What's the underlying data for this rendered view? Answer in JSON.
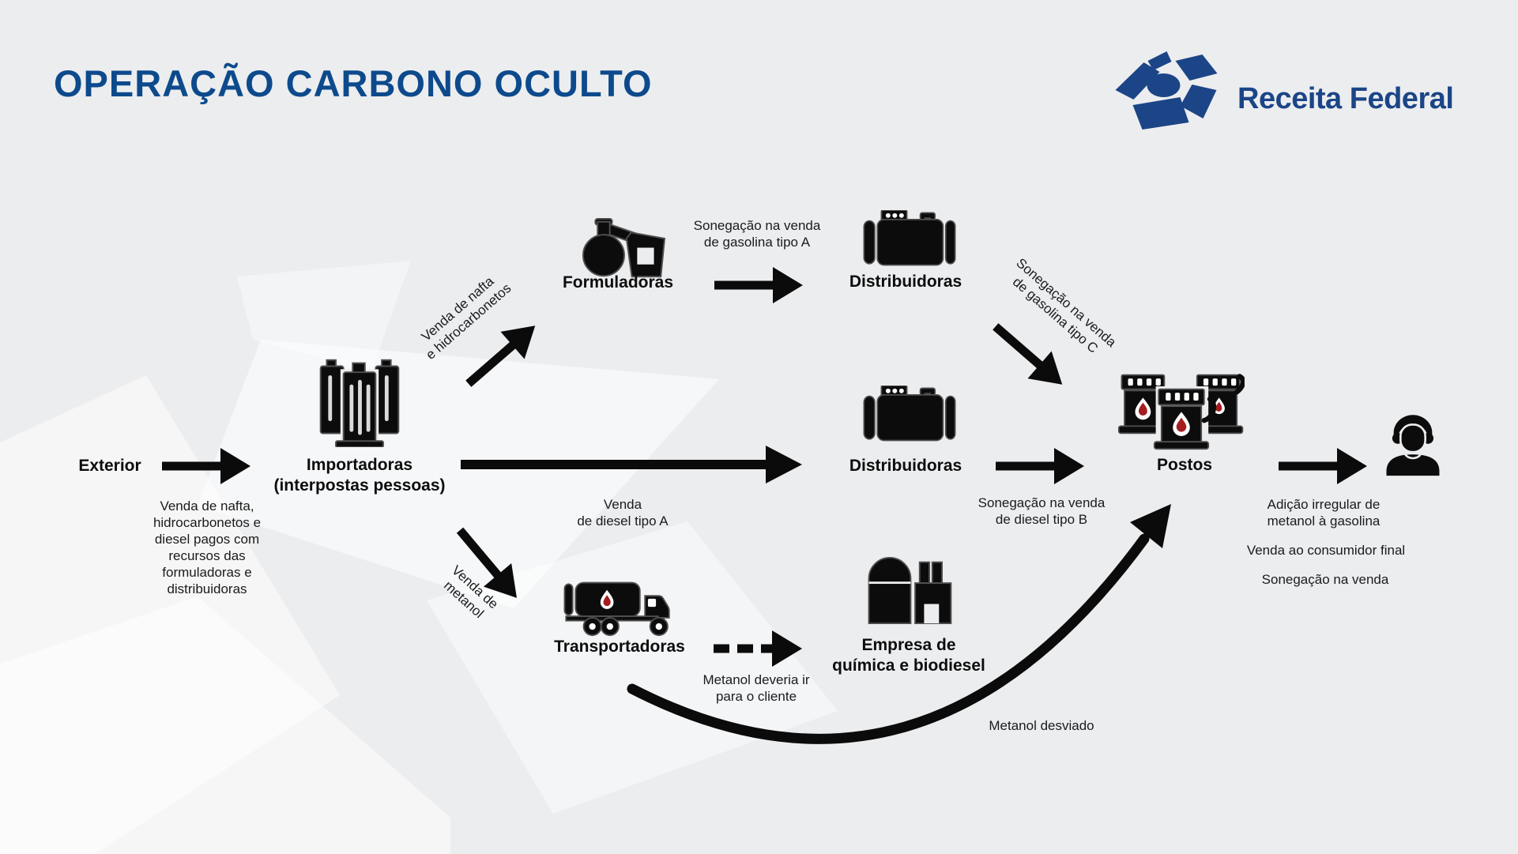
{
  "title": "OPERAÇÃO CARBONO OCULTO",
  "brand": {
    "name": "Receita Federal"
  },
  "colors": {
    "background": "#ECEDEF",
    "title_blue": "#0D4A8C",
    "brand_blue": "#1B4587",
    "ink": "#0C0C0C",
    "drop_red": "#A51D20"
  },
  "nodes": {
    "exterior": {
      "label": "Exterior"
    },
    "importadoras": {
      "label": "Importadoras\n(interpostas pessoas)",
      "icon": "refinery-columns"
    },
    "formuladoras": {
      "label": "Formuladoras",
      "icon": "chemistry-flask"
    },
    "distribuidoras_top": {
      "label": "Distribuidoras",
      "icon": "fuel-storage-tank"
    },
    "distribuidoras_mid": {
      "label": "Distribuidoras",
      "icon": "fuel-storage-tank"
    },
    "postos": {
      "label": "Postos",
      "icon": "gas-pumps"
    },
    "transportadoras": {
      "label": "Transportadoras",
      "icon": "tanker-truck"
    },
    "empresa_quimica": {
      "label": "Empresa de\nquímica e biodiesel",
      "icon": "chemical-plant"
    },
    "consumidor_final": {
      "icon": "person"
    }
  },
  "annotations": {
    "exterior_importadoras": "Venda de nafta,\nhidrocarbonetos e\ndiesel pagos com\nrecursos das\nformuladoras e\ndistribuidoras",
    "importadoras_formuladoras": "Venda de nafta\ne hidrocarbonetos",
    "formuladoras_distribuidoras": "Sonegação na venda\nde gasolina tipo A",
    "distribuidoras_postos_gasolina_c": "Sonegação na venda\nde gasolina tipo C",
    "importadoras_distribuidoras": "Venda\nde diesel tipo A",
    "distribuidoras_postos_diesel_b": "Sonegação na venda\nde diesel tipo B",
    "importadoras_transportadoras": "Venda de\nmetanol",
    "transportadoras_empresa": "Metanol deveria ir\npara o cliente",
    "metanol_desviado": "Metanol desviado",
    "adicao_metanol": "Adição irregular de\nmetanol à gasolina",
    "venda_consumidor": "Venda ao consumidor final",
    "sonegacao_venda": "Sonegação na venda"
  }
}
